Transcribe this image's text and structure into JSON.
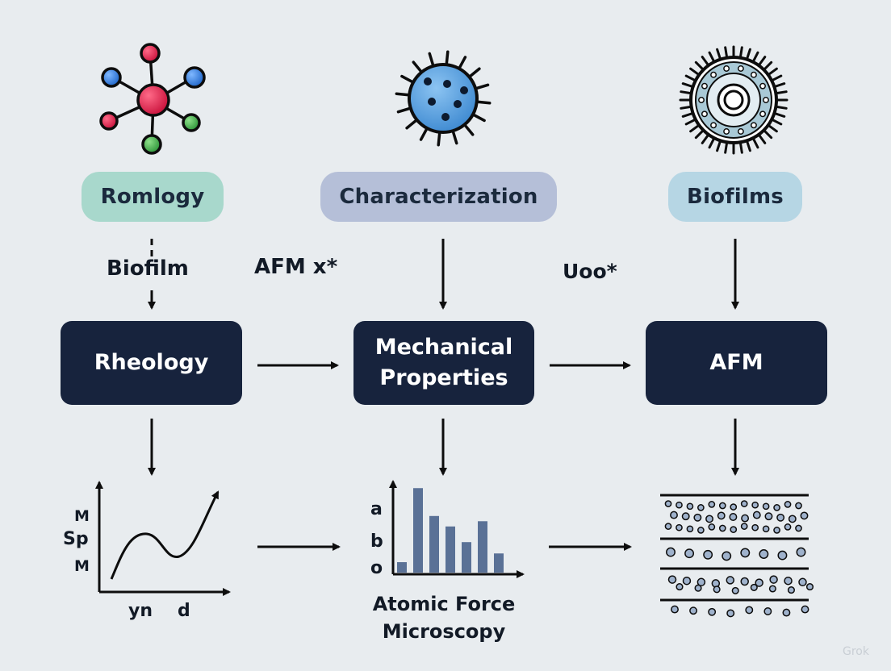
{
  "colors": {
    "background": "#e8ecef",
    "box": "#17233d",
    "pill_green": "#a8d8cc",
    "pill_lavender": "#b5bfd8",
    "pill_blue": "#b6d6e4",
    "arrow": "#0d0d0d"
  },
  "icons": {
    "left": "molecule-icon",
    "center": "cell-icon",
    "right": "biofilm-cell-icon",
    "graph": "line-graph-icon",
    "afm_layers": "particle-layers-icon"
  },
  "pills": {
    "left": "Romlogy",
    "center": "Characterization",
    "right": "Biofilms"
  },
  "edge_labels": {
    "biofilm": "Biofilm",
    "afm_x": "AFM x*",
    "uoo": "Uoo*"
  },
  "boxes": {
    "rheology": "Rheology",
    "mechanical_line1": "Mechanical",
    "mechanical_line2": "Properties",
    "afm": "AFM"
  },
  "line_graph": {
    "y_labels": [
      "M",
      "Sp",
      "M"
    ],
    "x_labels": [
      "yn",
      "d"
    ]
  },
  "bar_chart": {
    "y_labels": [
      "a",
      "b",
      "o"
    ],
    "values": [
      0.12,
      0.97,
      0.65,
      0.53,
      0.35,
      0.59,
      0.22
    ],
    "color": "#5a7196"
  },
  "caption": {
    "line1": "Atomic Force",
    "line2": "Microscopy"
  },
  "watermark": "Grok"
}
